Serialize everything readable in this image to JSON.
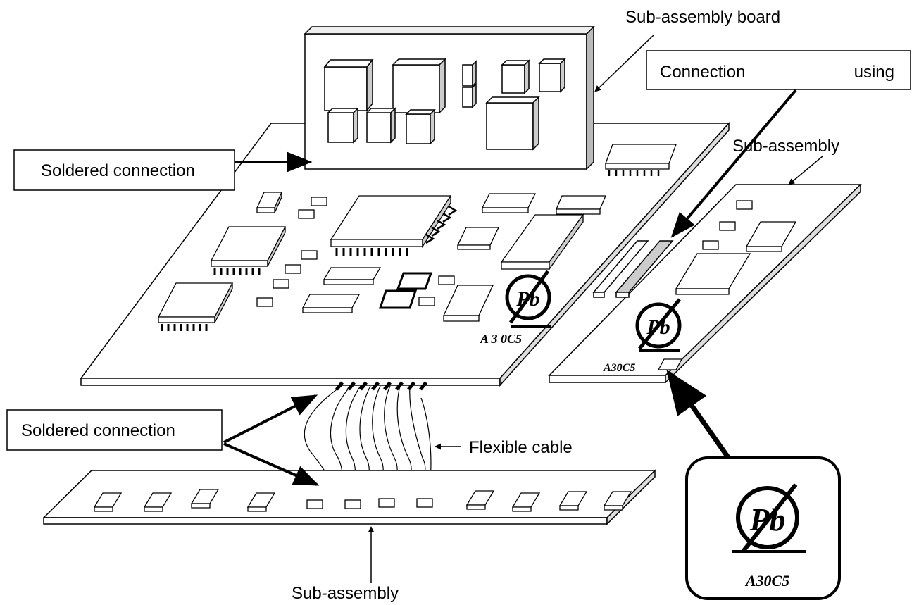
{
  "labels": {
    "sub_assembly_board": "Sub-assembly board",
    "connection_using": "Connection using",
    "connection_word": "Connection",
    "using_word": "using",
    "soldered_connection_top": "Soldered connection",
    "soldered_connection_bottom": "Soldered connection",
    "sub_assembly_right": "Sub-assembly",
    "flexible_cable": "Flexible cable",
    "sub_assembly_bottom": "Sub-assembly"
  },
  "marks": {
    "pb_symbol": "Pb",
    "code_main_board": "A 3 0C5",
    "code_right_board": "A30C5",
    "code_callout": "A30C5"
  }
}
